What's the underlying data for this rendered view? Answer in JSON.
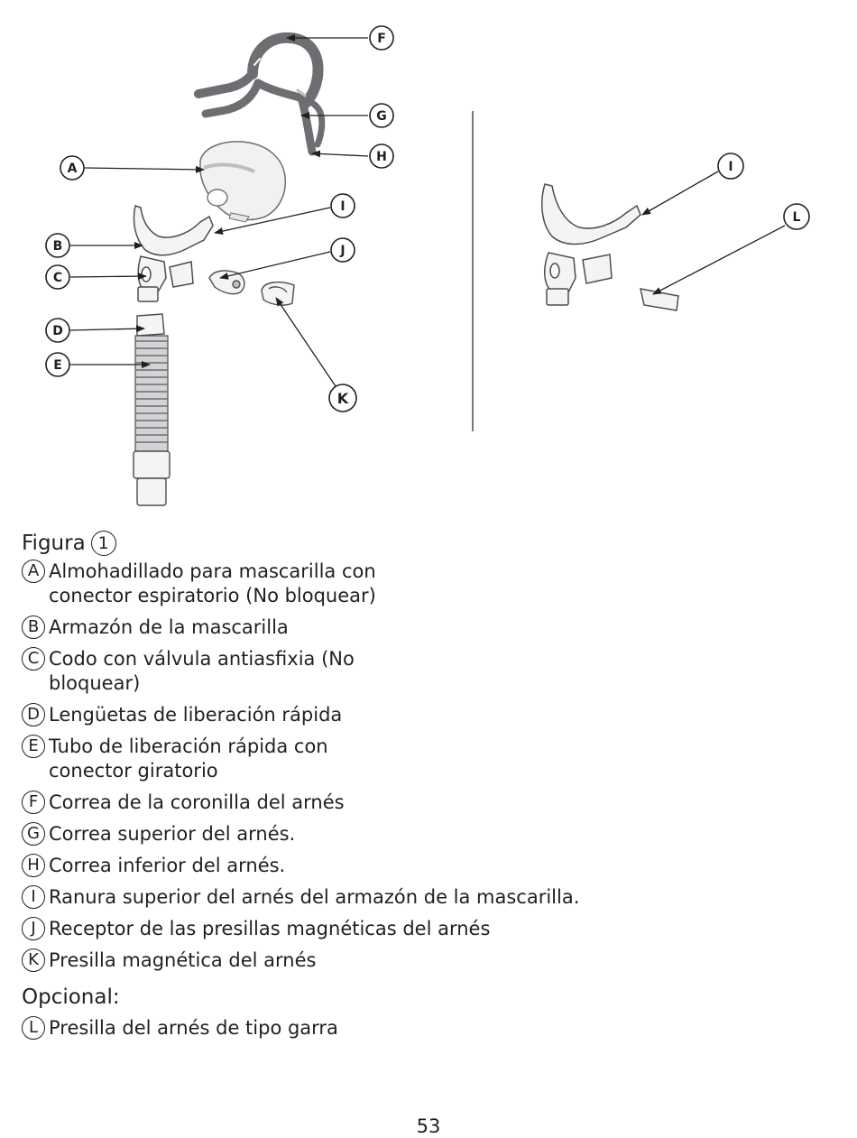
{
  "figure": {
    "callouts_left": [
      "F",
      "G",
      "H",
      "A",
      "I",
      "B",
      "J",
      "C",
      "D",
      "E",
      "K"
    ],
    "callouts_right": [
      "I",
      "L"
    ]
  },
  "legend": {
    "figure_label": "Figura",
    "figure_number": "1",
    "items": [
      {
        "letter": "A",
        "text": "Almohadillado para mascarilla con\nconector espiratorio (No bloquear)"
      },
      {
        "letter": "B",
        "text": "Armazón de la mascarilla"
      },
      {
        "letter": "C",
        "text": "Codo con válvula antiasfixia (No\nbloquear)"
      },
      {
        "letter": "D",
        "text": "Lengüetas de liberación rápida"
      },
      {
        "letter": "E",
        "text": "Tubo de liberación rápida con\n conector giratorio"
      },
      {
        "letter": "F",
        "text": "Correa de la coronilla del arnés"
      },
      {
        "letter": "G",
        "text": "Correa superior del arnés."
      },
      {
        "letter": "H",
        "text": "Correa inferior del arnés."
      },
      {
        "letter": "I",
        "text": "Ranura superior del arnés del armazón de la mascarilla."
      },
      {
        "letter": "J",
        "text": "Receptor de las presillas magnéticas del arnés"
      },
      {
        "letter": "K",
        "text": "Presilla magnética del arnés"
      }
    ],
    "optional_label": "Opcional:",
    "optional_items": [
      {
        "letter": "L",
        "text": "Presilla del arnés de tipo garra"
      }
    ]
  },
  "page_number": "53",
  "colors": {
    "ink": "#231f20",
    "strap": "#6d6e71",
    "part_stroke": "#4d4d4f",
    "part_fill": "#f4f4f4"
  }
}
